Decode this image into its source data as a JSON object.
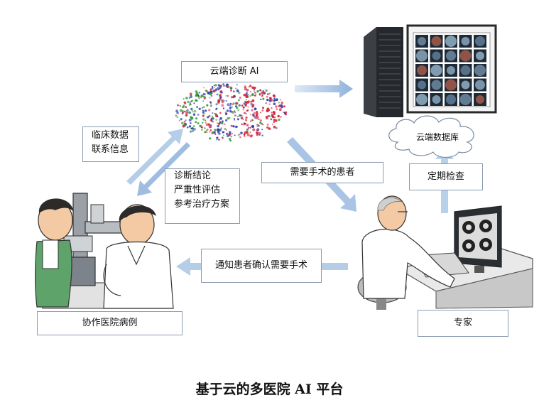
{
  "labels": {
    "cloud_ai": "云端诊断 AI",
    "clinical_line1": "临床数据",
    "clinical_line2": "联系信息",
    "diagnosis_line1": "诊断结论",
    "diagnosis_line2": "严重性评估",
    "diagnosis_line3": "参考治疗方案",
    "surgery_patients": "需要手术的患者",
    "regular_check": "定期检查",
    "cloud_database": "云端数据库",
    "notify": "通知患者确认需要手术",
    "hospital_cases": "协作医院病例",
    "expert": "专家"
  },
  "caption": "基于云的多医院 AI 平台",
  "colors": {
    "arrow": "#a9c4e4",
    "box_border": "#8a9bb0",
    "dots_red": "#d9233a",
    "dots_blue": "#2f3fae",
    "dots_green": "#3a9b3a"
  }
}
